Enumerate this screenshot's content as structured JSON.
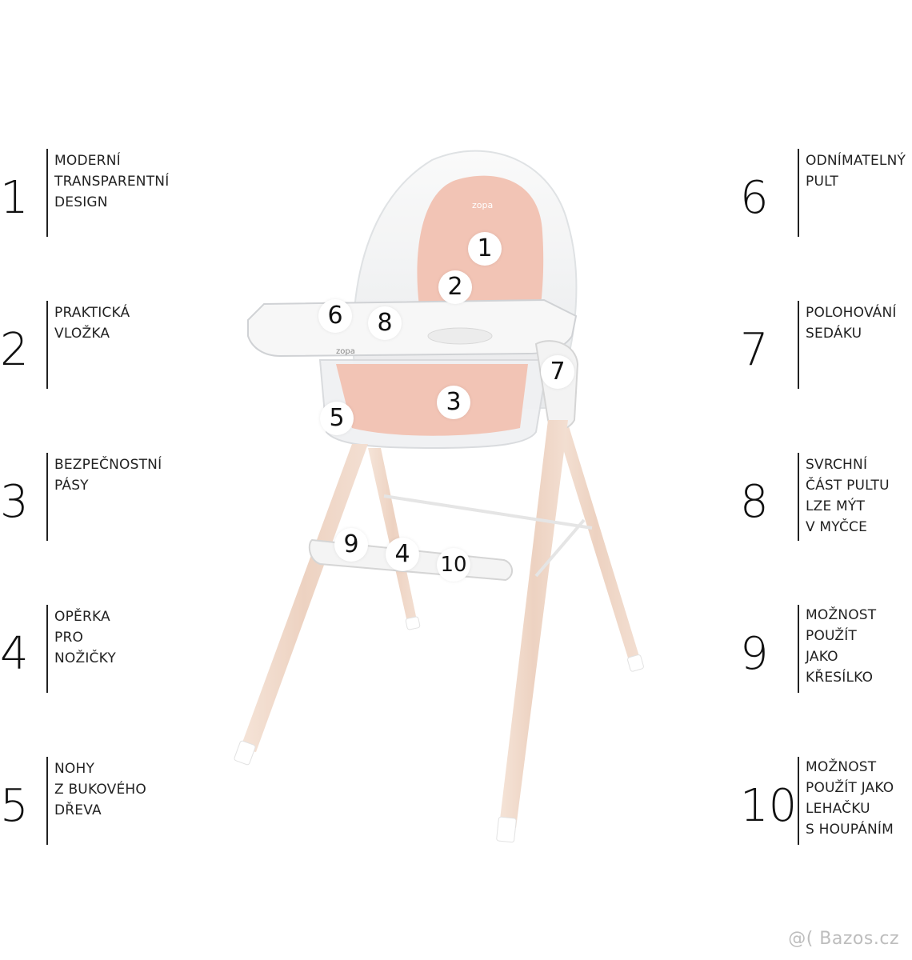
{
  "features": [
    {
      "number": "1",
      "lines": [
        "MODERNÍ",
        "TRANSPARENTNÍ",
        "DESIGN"
      ]
    },
    {
      "number": "2",
      "lines": [
        "PRAKTICKÁ",
        "VLOŽKA"
      ]
    },
    {
      "number": "3",
      "lines": [
        "BEZPEČNOSTNÍ",
        "PÁSY"
      ]
    },
    {
      "number": "4",
      "lines": [
        "OPĚRKA",
        "PRO",
        "NOŽIČKY"
      ]
    },
    {
      "number": "5",
      "lines": [
        "NOHY",
        "Z BUKOVÉHO",
        "DŘEVA"
      ]
    },
    {
      "number": "6",
      "lines": [
        "ODNÍMATELNÝ",
        "PULT"
      ]
    },
    {
      "number": "7",
      "lines": [
        "POLOHOVÁNÍ",
        "SEDÁKU"
      ]
    },
    {
      "number": "8",
      "lines": [
        "SVRCHNÍ",
        "ČÁST PULTU",
        "LZE MÝT",
        "V MYČCE"
      ]
    },
    {
      "number": "9",
      "lines": [
        "MOŽNOST",
        "POUŽÍT",
        "JAKO",
        "KŘESÍLKO"
      ]
    },
    {
      "number": "10",
      "lines": [
        "MOŽNOST",
        "POUŽÍT JAKO",
        "LEHAČKU",
        "S HOUPÁNÍM"
      ]
    }
  ],
  "markers": [
    "1",
    "2",
    "3",
    "4",
    "5",
    "6",
    "7",
    "8",
    "9",
    "10"
  ],
  "brand": "zopa",
  "watermark": "@( Bazos.cz",
  "colors": {
    "cushion": "#f2c4b5",
    "shell": "#eef0f2",
    "wood": "#efd6c6",
    "tray": "#f5f5f5",
    "text": "#1a1a1a"
  }
}
